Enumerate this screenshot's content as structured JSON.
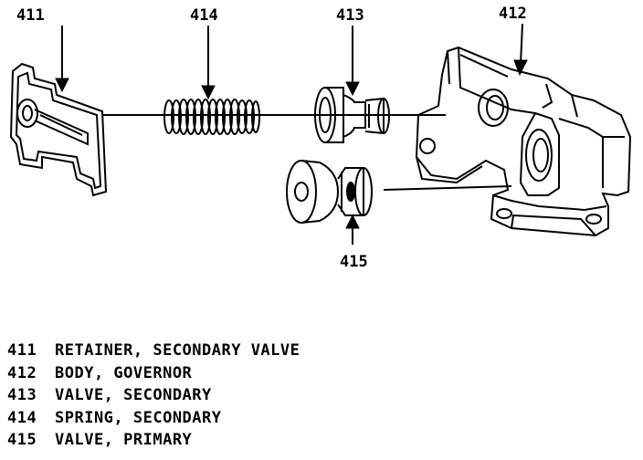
{
  "callouts": {
    "c411": "411",
    "c414": "414",
    "c413": "413",
    "c412": "412",
    "c415": "415"
  },
  "legend": [
    {
      "number": "411",
      "text": "RETAINER, SECONDARY VALVE"
    },
    {
      "number": "412",
      "text": "BODY, GOVERNOR"
    },
    {
      "number": "413",
      "text": "VALVE, SECONDARY"
    },
    {
      "number": "414",
      "text": "SPRING, SECONDARY"
    },
    {
      "number": "415",
      "text": "VALVE, PRIMARY"
    }
  ]
}
